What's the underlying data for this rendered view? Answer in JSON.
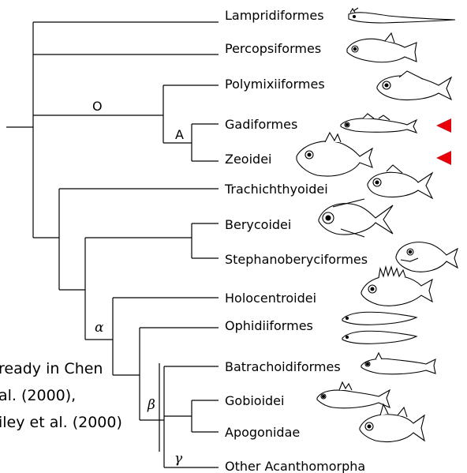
{
  "taxa": [
    "Lampridiformes",
    "Percopsiformes",
    "Polymixiiformes",
    "Gadiformes",
    "Zeoidei",
    "Trachichthyoidei",
    "Berycoidei",
    "Stephanoberyciformes",
    "Holocentroidei",
    "Ophidiiformes",
    "Batrachoidiformes",
    "Gobioidei",
    "Apogonidae",
    "Other Acanthomorpha"
  ],
  "node_labels": {
    "O": "O",
    "A": "A",
    "alpha": "α",
    "beta": "β",
    "gamma": "γ"
  },
  "note_lines": [
    "ready in Chen",
    "al. (2000),",
    "iley et al. (2000)"
  ],
  "marker_color": "#e8000b",
  "icons": [
    "fish-icon",
    "marker-triangle-icon"
  ]
}
